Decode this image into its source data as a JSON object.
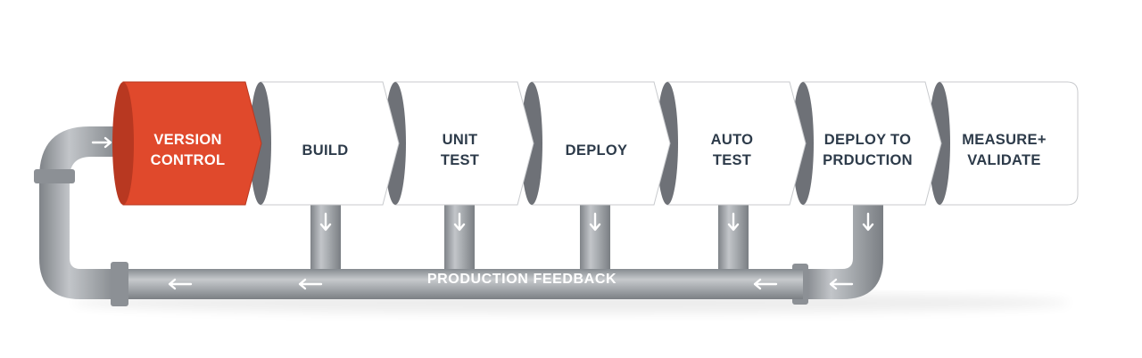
{
  "stages": [
    {
      "label": "VERSION\nCONTROL",
      "active": true
    },
    {
      "label": "BUILD",
      "active": false
    },
    {
      "label": "UNIT\nTEST",
      "active": false
    },
    {
      "label": "DEPLOY",
      "active": false
    },
    {
      "label": "AUTO\nTEST",
      "active": false
    },
    {
      "label": "DEPLOY TO\nPRDUCTION",
      "active": false
    },
    {
      "label": "MEASURE+\nVALIDATE",
      "active": false
    }
  ],
  "feedback_label": "PRODUCTION FEEDBACK",
  "colors": {
    "active_stage": "#e0492c",
    "active_stage_dark": "#b83821",
    "stage_fill": "#ffffff",
    "stage_edge": "#6e7177",
    "pipe": "#9da1a6",
    "pipe_highlight": "#c9cccf",
    "label_text": "#2d3b4a"
  },
  "icons": [
    "arrow-left-icon",
    "arrow-down-icon",
    "arrow-right-icon"
  ]
}
